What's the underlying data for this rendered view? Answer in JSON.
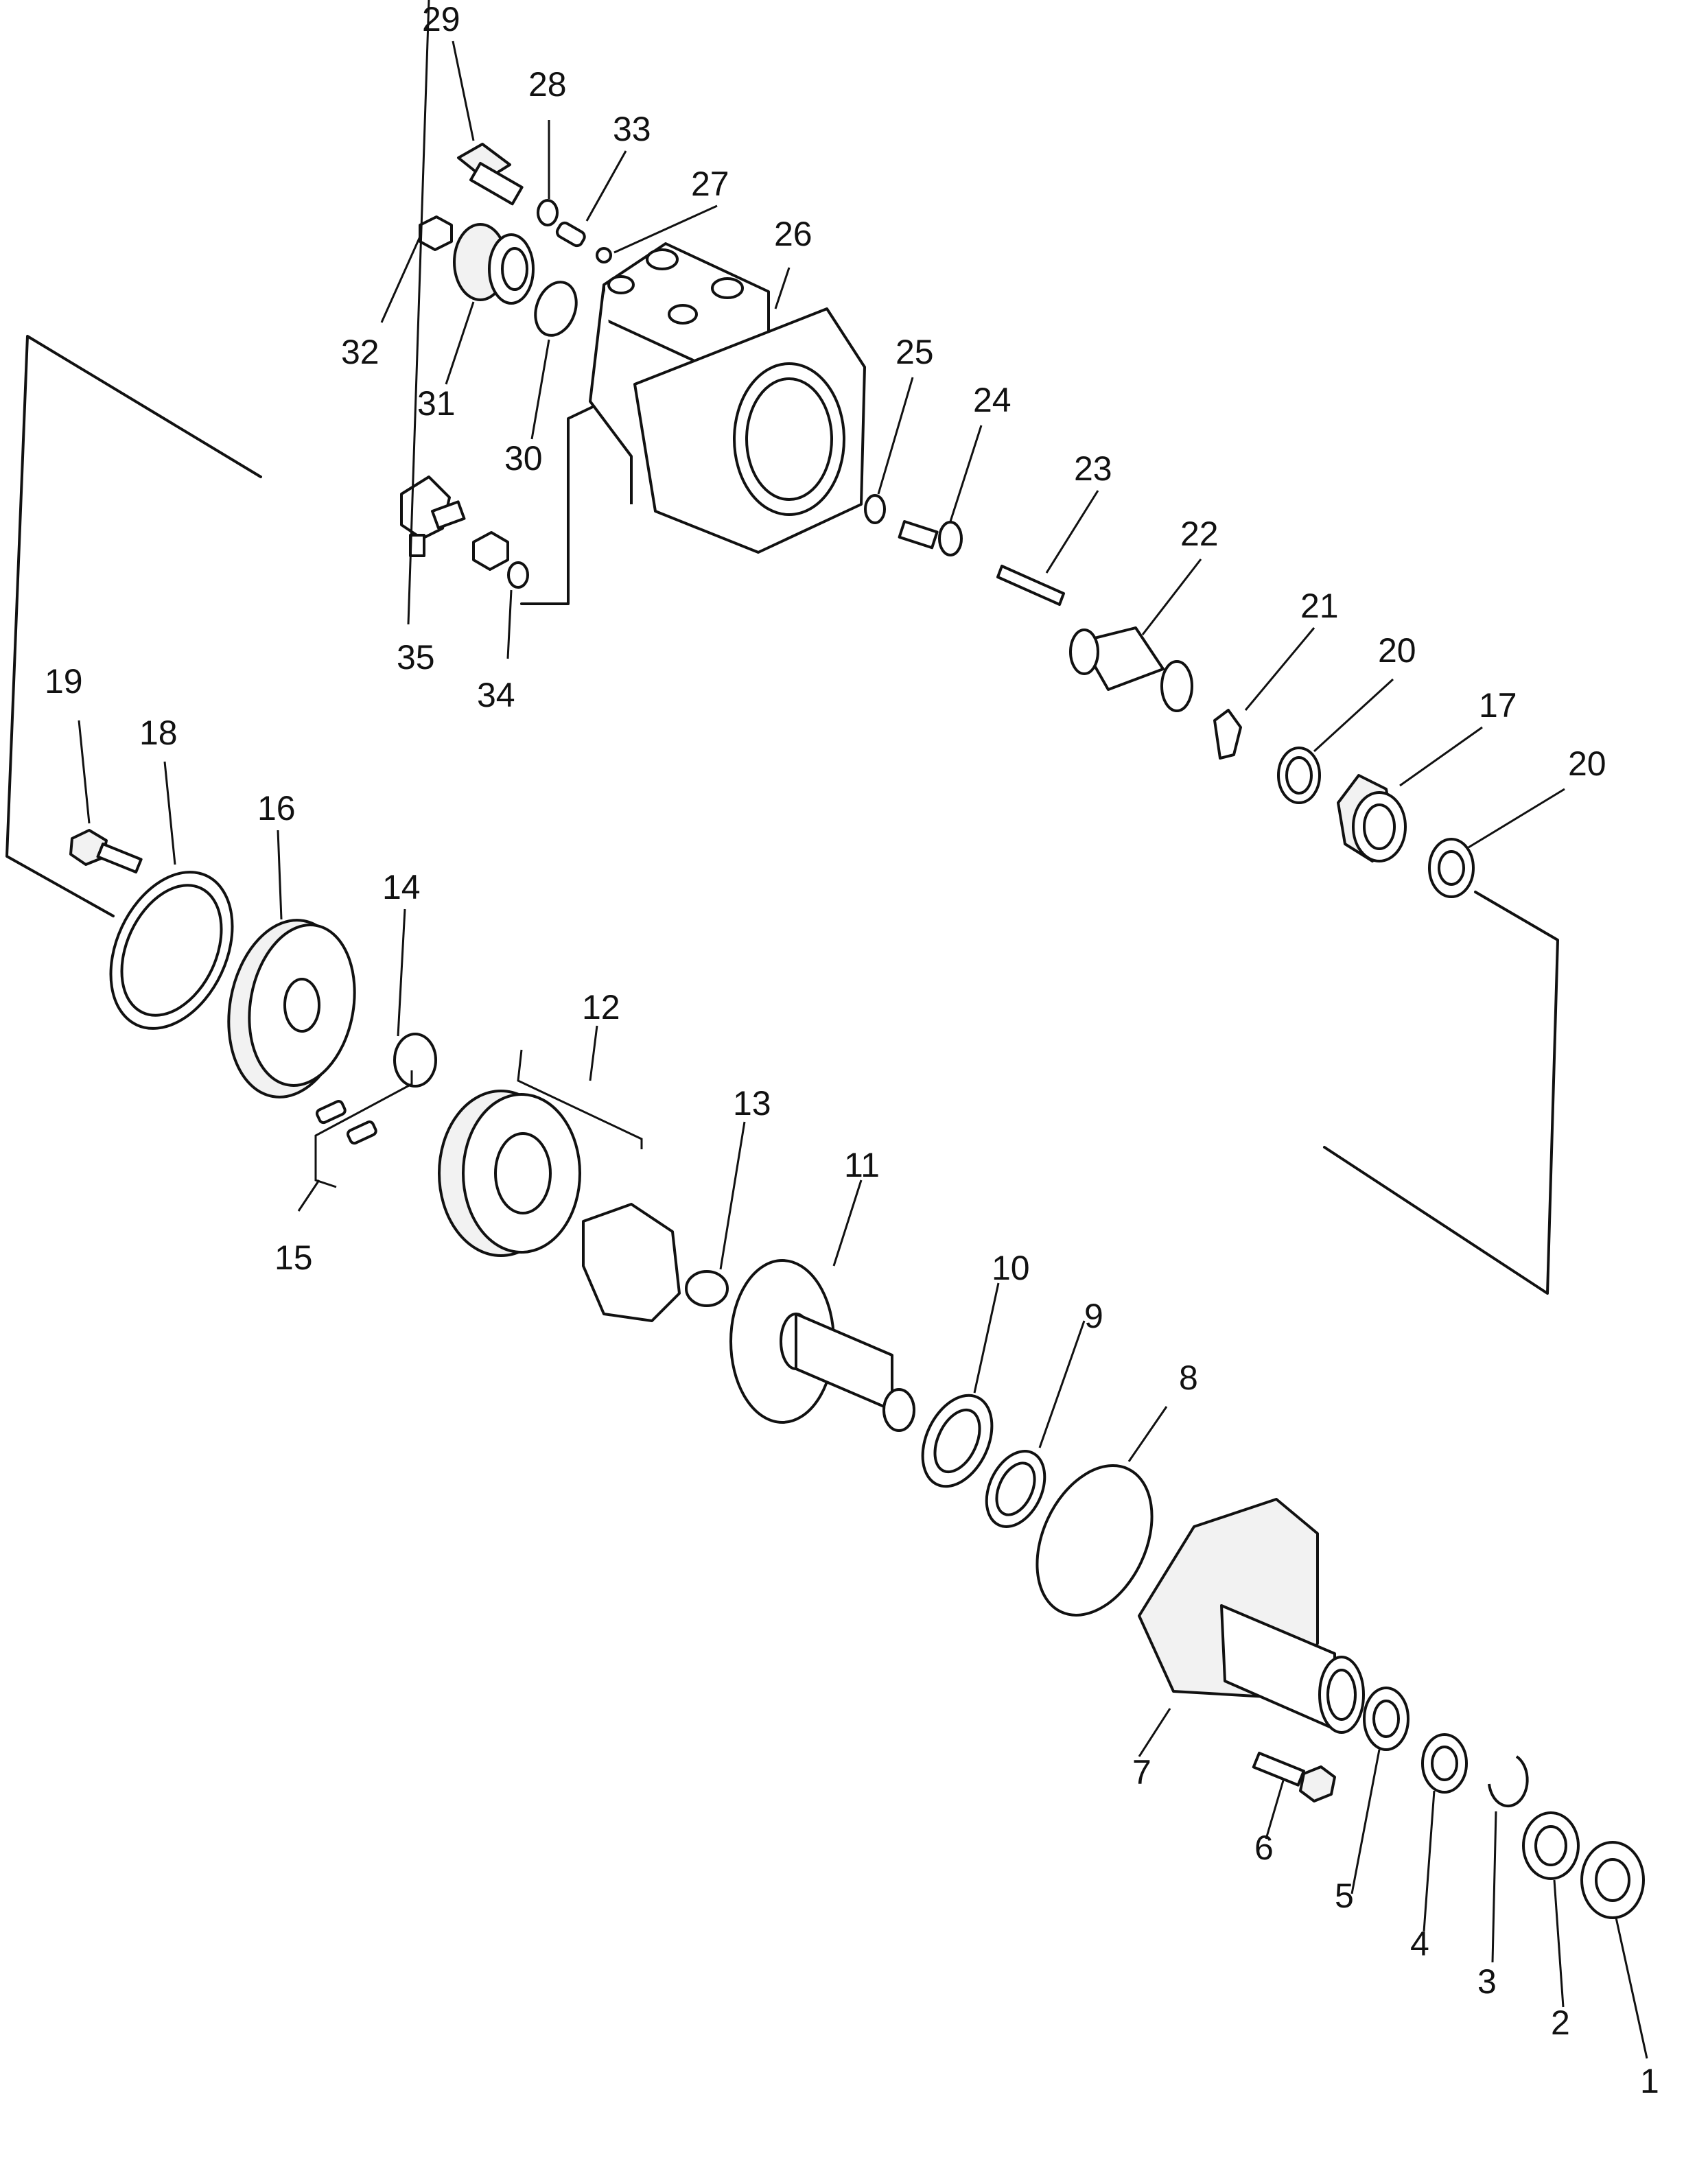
{
  "callouts": [
    {
      "id": "29",
      "label": "29"
    },
    {
      "id": "28",
      "label": "28"
    },
    {
      "id": "33",
      "label": "33"
    },
    {
      "id": "27",
      "label": "27"
    },
    {
      "id": "26",
      "label": "26"
    },
    {
      "id": "32",
      "label": "32"
    },
    {
      "id": "31",
      "label": "31"
    },
    {
      "id": "30",
      "label": "30"
    },
    {
      "id": "25",
      "label": "25"
    },
    {
      "id": "24",
      "label": "24"
    },
    {
      "id": "23",
      "label": "23"
    },
    {
      "id": "22",
      "label": "22"
    },
    {
      "id": "21",
      "label": "21"
    },
    {
      "id": "20a",
      "label": "20"
    },
    {
      "id": "17",
      "label": "17"
    },
    {
      "id": "20b",
      "label": "20"
    },
    {
      "id": "35",
      "label": "35"
    },
    {
      "id": "34",
      "label": "34"
    },
    {
      "id": "19",
      "label": "19"
    },
    {
      "id": "18",
      "label": "18"
    },
    {
      "id": "16",
      "label": "16"
    },
    {
      "id": "14",
      "label": "14"
    },
    {
      "id": "12",
      "label": "12"
    },
    {
      "id": "13",
      "label": "13"
    },
    {
      "id": "11",
      "label": "11"
    },
    {
      "id": "10",
      "label": "10"
    },
    {
      "id": "9",
      "label": "9"
    },
    {
      "id": "8",
      "label": "8"
    },
    {
      "id": "15",
      "label": "15"
    },
    {
      "id": "7",
      "label": "7"
    },
    {
      "id": "6",
      "label": "6"
    },
    {
      "id": "5",
      "label": "5"
    },
    {
      "id": "4",
      "label": "4"
    },
    {
      "id": "3",
      "label": "3"
    },
    {
      "id": "2",
      "label": "2"
    },
    {
      "id": "1",
      "label": "1"
    }
  ]
}
